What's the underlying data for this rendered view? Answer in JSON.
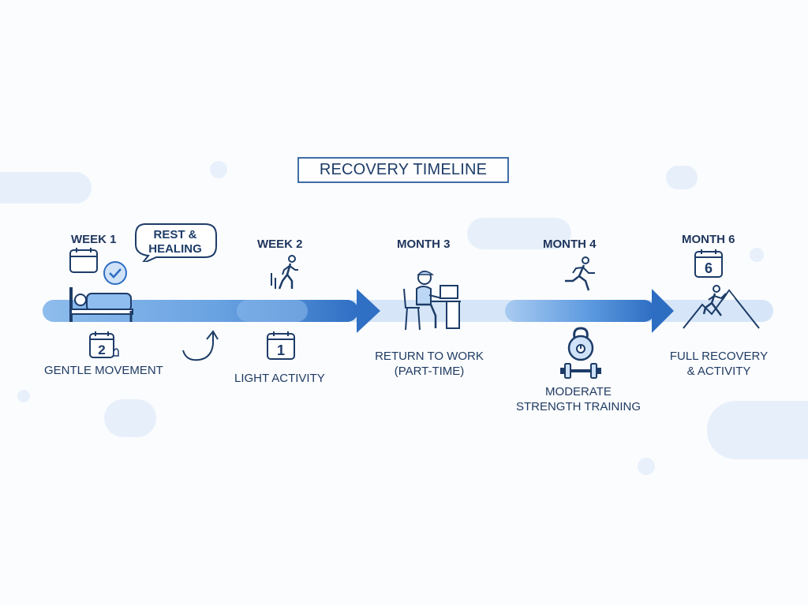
{
  "title": "RECOVERY TIMELINE",
  "colors": {
    "track_light": "#bfd6f3",
    "track_mid": "#79aee6",
    "track_dark": "#2d6dc2",
    "ink": "#1d3c68",
    "accent": "#3a78c8"
  },
  "stages": [
    {
      "name": "WEEK 1",
      "bubble": "REST & HEALING",
      "caption": "GENTLE MOVEMENT",
      "icons": [
        "calendar-icon",
        "check-circle-icon",
        "bed-sleeping-icon",
        "calendar-2-icon",
        "counter-clockwise-arrow-icon"
      ],
      "calendar_number": "2"
    },
    {
      "name": "WEEK 2",
      "caption": "LIGHT ACTIVITY",
      "icons": [
        "walking-person-icon",
        "calendar-1-icon"
      ],
      "calendar_number": "1"
    },
    {
      "name": "MONTH 3",
      "caption": "RETURN TO WORK (PART-TIME)",
      "caption_lines": [
        "RETURN TO WORK",
        "(PART-TIME)"
      ],
      "icons": [
        "person-at-laptop-desk-icon"
      ]
    },
    {
      "name": "MONTH 4",
      "caption": "MODERATE STRENGTH TRAINING",
      "caption_lines": [
        "MODERATE",
        "STRENGTH TRAINING"
      ],
      "icons": [
        "running-person-icon",
        "kettlebell-icon",
        "dumbbell-icon"
      ]
    },
    {
      "name": "MONTH 6",
      "caption": "FULL RECOVERY & ACTIVITY",
      "caption_lines": [
        "FULL RECOVERY",
        "& ACTIVITY"
      ],
      "icons": [
        "calendar-6-icon",
        "mountain-climber-icon"
      ],
      "calendar_number": "6"
    }
  ]
}
